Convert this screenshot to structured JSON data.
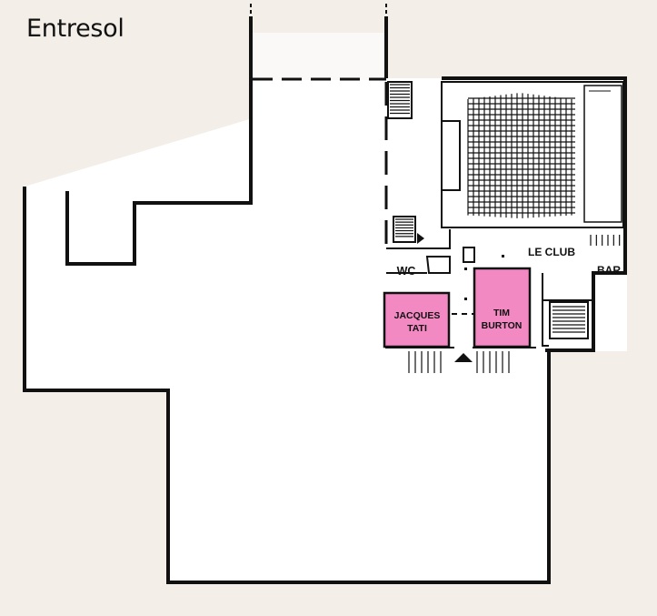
{
  "floor": {
    "title": "Entresol"
  },
  "rooms": {
    "wc": "WC",
    "club": "LE CLUB",
    "bar": "BAR",
    "jacques_tati": [
      "JACQUES",
      "TATI"
    ],
    "tim_burton": [
      "TIM",
      "BURTON"
    ]
  },
  "colors": {
    "background": "#f3eee8",
    "floor": "#ffffff",
    "walls": "#111111",
    "highlight_room": "#f389c2"
  }
}
